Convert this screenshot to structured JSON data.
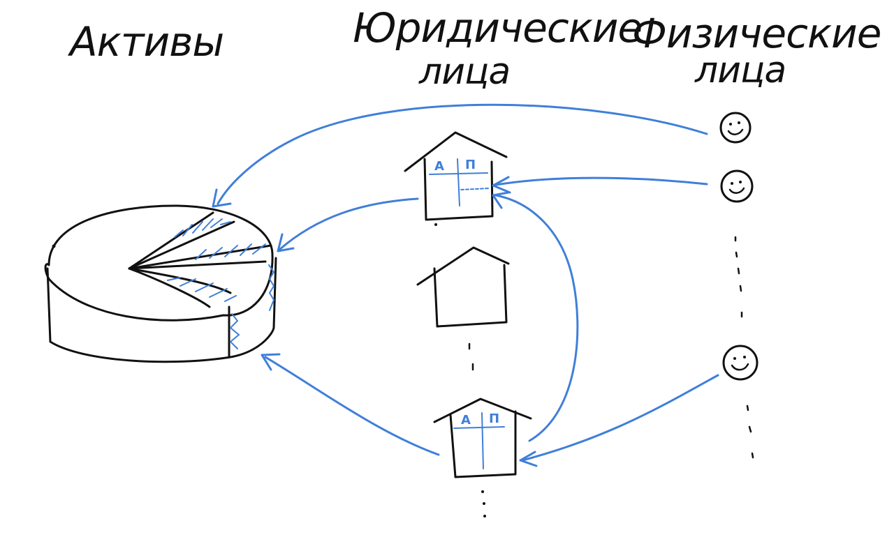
{
  "headings": {
    "assets": "Активы",
    "legal_entities_line1": "Юридические",
    "legal_entities_line2": "лица",
    "individuals_line1": "Физические",
    "individuals_line2": "лица"
  },
  "balance_labels": {
    "left": "А",
    "right": "П"
  },
  "colors": {
    "ink": "#111111",
    "arrows": "#3f7fd9",
    "background": "#ffffff"
  },
  "icons": [
    "pie-chart-icon",
    "house-icon",
    "smiley-face-icon"
  ]
}
